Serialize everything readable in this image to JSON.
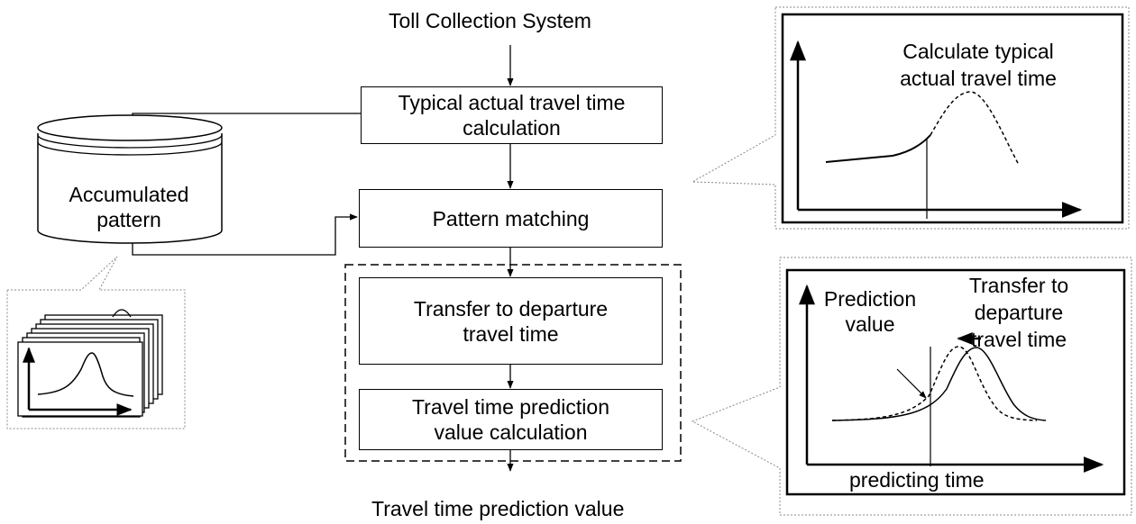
{
  "flow": {
    "source": "Toll Collection System",
    "output": "Travel time prediction value",
    "steps": [
      {
        "id": "typical",
        "label": "Typical actual travel time\ncalculation"
      },
      {
        "id": "matching",
        "label": "Pattern matching"
      },
      {
        "id": "transfer",
        "label": "Transfer to departure\ntravel time"
      },
      {
        "id": "prediction",
        "label": "Travel time prediction\nvalue calculation"
      }
    ]
  },
  "database": {
    "label": "Accumulated\npattern"
  },
  "callouts": {
    "typical": {
      "title": "Calculate typical\nactual travel time"
    },
    "prediction": {
      "prediction_value": "Prediction\nvalue",
      "transfer": "Transfer to\ndeparture\ntravel time",
      "predicting_time": "predicting time"
    }
  }
}
